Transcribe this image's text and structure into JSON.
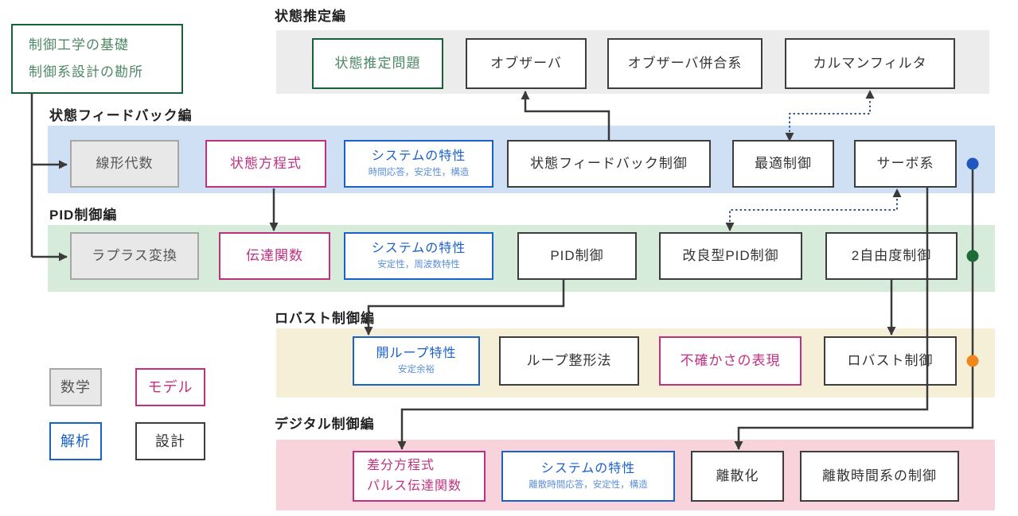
{
  "root_box": {
    "line1": "制御工学の基礎",
    "line2": "制御系設計の勘所"
  },
  "sections": {
    "estimation": "状態推定編",
    "state_feedback": "状態フィードバック編",
    "pid": "PID制御編",
    "robust": "ロバスト制御編",
    "digital": "デジタル制御編"
  },
  "boxes": {
    "state_estimation_problem": "状態推定問題",
    "observer": "オブザーバ",
    "observer_combined": "オブザーバ併合系",
    "kalman_filter": "カルマンフィルタ",
    "linear_algebra": "線形代数",
    "state_equation": "状態方程式",
    "system_properties_sf": {
      "title": "システムの特性",
      "sub": "時間応答，安定性，構造"
    },
    "state_feedback_control": "状態フィードバック制御",
    "optimal_control": "最適制御",
    "servo_system": "サーボ系",
    "laplace_transform": "ラプラス変換",
    "transfer_function": "伝達関数",
    "system_properties_pid": {
      "title": "システムの特性",
      "sub": "安定性，周波数特性"
    },
    "pid_control": "PID制御",
    "advanced_pid_control": "改良型PID制御",
    "two_dof_control": "2自由度制御",
    "open_loop_properties": {
      "title": "開ループ特性",
      "sub": "安定余裕"
    },
    "loop_shaping": "ループ整形法",
    "uncertainty_representation": "不確かさの表現",
    "robust_control": "ロバスト制御",
    "difference_equation": {
      "line1": "差分方程式",
      "line2": "パルス伝達関数"
    },
    "system_properties_digital": {
      "title": "システムの特性",
      "sub": "離散時間応答，安定性，構造"
    },
    "discretization": "離散化",
    "discrete_time_control": "離散時間系の制御"
  },
  "legend": {
    "math": "数学",
    "model": "モデル",
    "analysis": "解析",
    "design": "設計"
  },
  "colors": {
    "band_gray": "#ececec",
    "band_blue": "#cfe0f4",
    "band_green": "#d7ebda",
    "band_beige": "#f5efd7",
    "band_pink": "#f8d3dc",
    "accent_green": "#17603a",
    "accent_magenta": "#c13080",
    "accent_blue": "#1961c8",
    "line": "#3a3a3a",
    "dot_blue": "#2057c0",
    "dot_green": "#1d6b37",
    "dot_orange": "#f0861c"
  }
}
